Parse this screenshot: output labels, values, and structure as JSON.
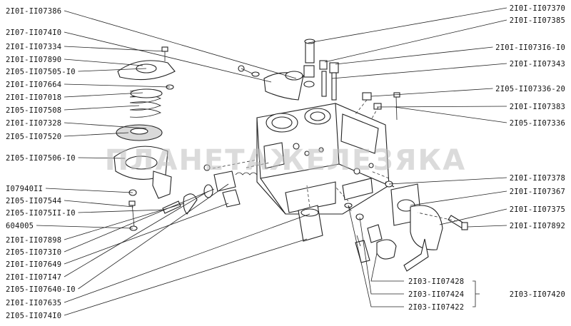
{
  "watermark": "ПЛАНЕТАЖЕЛЕЗЯКА",
  "labels": {
    "left": [
      "2I0I-II07386",
      "2I07-II074I0",
      "2I0I-II07334",
      "2I0I-II07890",
      "2I05-II07505-I0",
      "2I0I-II07664",
      "2I0I-II07018",
      "2I05-II07508",
      "2I0I-II07328",
      "2I05-II07520",
      "2I05-II07506-I0",
      "I07940II",
      "2I05-II07544",
      "2I05-II075II-I0",
      "604005",
      "2I0I-II07898",
      "2I05-II073I0",
      "2I0I-II07649",
      "2I0I-II07I47",
      "2I05-II07640-I0",
      "2I0I-II07635",
      "2I05-II074I0"
    ],
    "right": [
      "2I0I-II07370",
      "2I0I-II07385",
      "2I0I-II073I6-I0",
      "2I0I-II07343",
      "2I05-II07336-20",
      "2I0I-II07383",
      "2I05-II07336",
      "2I0I-II07378",
      "2I0I-II07367",
      "2I0I-II07375",
      "2I0I-II07892"
    ],
    "bottom": [
      "2I03-II07428",
      "2I03-II07424",
      "2I03-II07422"
    ],
    "group": "2I03-II07420"
  }
}
